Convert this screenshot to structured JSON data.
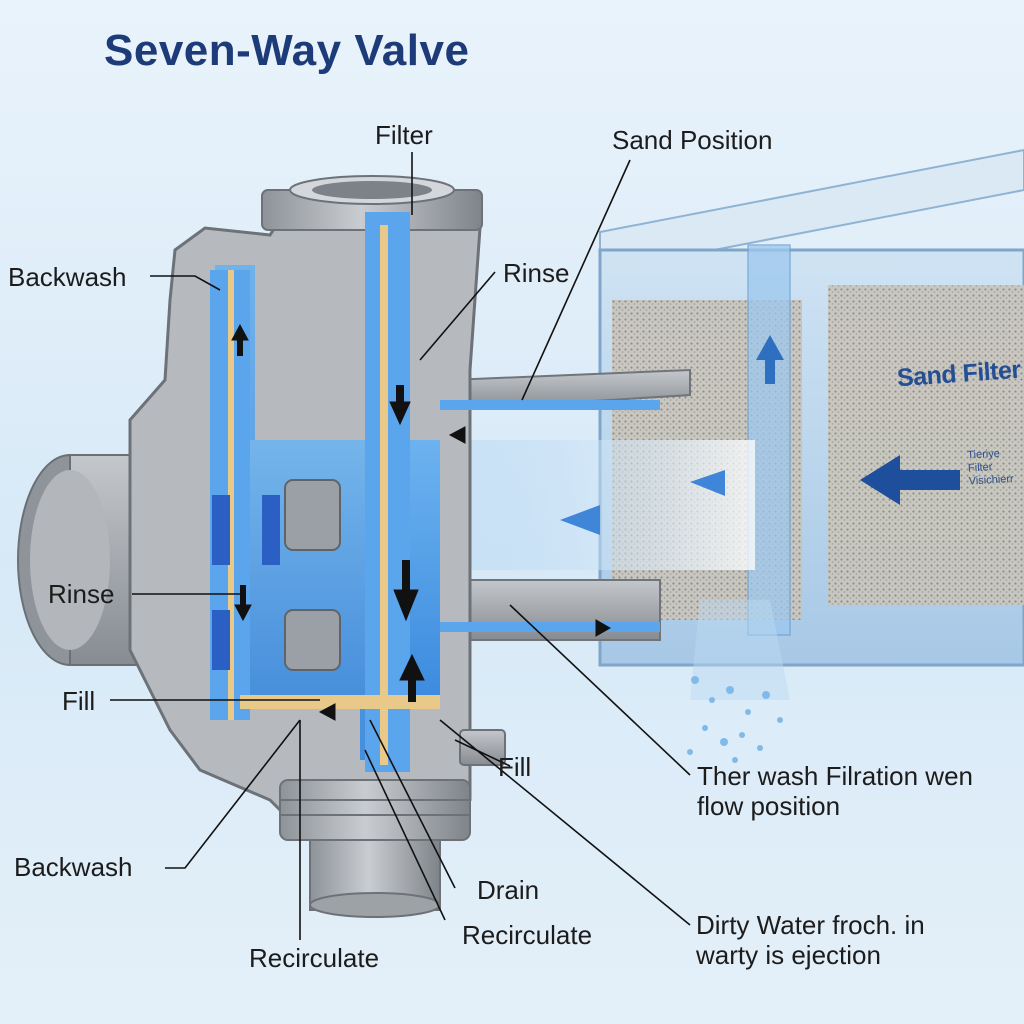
{
  "title": "Seven-Way Valve",
  "labels": {
    "filter": "Filter",
    "sand_position": "Sand Position",
    "backwash_top": "Backwash",
    "rinse_top": "Rinse",
    "rinse_left": "Rinse",
    "fill_left": "Fill",
    "fill_bottom": "Fill",
    "backwash_bottom": "Backwash",
    "drain": "Drain",
    "recirculate_left": "Recirculate",
    "recirculate_right": "Recirculate",
    "ther_wash": "Ther wash Filration wen flow position",
    "dirty_water": "Dirty Water froch. in warty is ejection"
  },
  "sand_filter": {
    "title": "Sand Filter",
    "subtitle": "Tieriye Filter Visichierr"
  },
  "colors": {
    "title": "#1d3b78",
    "water": "#3f8fe0",
    "metal": "#a9adb2",
    "filter_box": "#b9d6ee",
    "arrow": "#1e3f82"
  }
}
